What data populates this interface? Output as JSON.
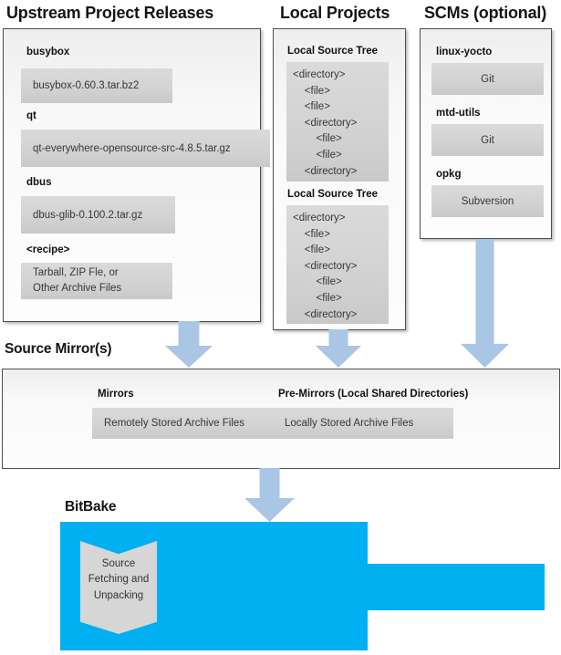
{
  "colors": {
    "accent_cyan": "#00b0f0",
    "arrow_blue": "#a9c6e4",
    "panel_gray": "#d6d6d6"
  },
  "upstream": {
    "title": "Upstream Project Releases",
    "items": [
      {
        "label": "busybox",
        "value": "busybox-0.60.3.tar.bz2"
      },
      {
        "label": "qt",
        "value": "qt-everywhere-opensource-src-4.8.5.tar.gz"
      },
      {
        "label": "dbus",
        "value": "dbus-glib-0.100.2.tar.gz"
      },
      {
        "label": "<recipe>",
        "value": "Tarball, ZIP Fle, or\nOther Archive Files"
      }
    ]
  },
  "local": {
    "title": "Local Projects",
    "trees": [
      {
        "label": "Local Source Tree",
        "lines": "<directory>\n    <file>\n    <file>\n    <directory>\n        <file>\n        <file>\n    <directory>"
      },
      {
        "label": "Local Source Tree",
        "lines": "<directory>\n    <file>\n    <file>\n    <directory>\n        <file>\n        <file>\n    <directory>"
      }
    ]
  },
  "scms": {
    "title": "SCMs (optional)",
    "items": [
      {
        "label": "linux-yocto",
        "value": "Git"
      },
      {
        "label": "mtd-utils",
        "value": "Git"
      },
      {
        "label": "opkg",
        "value": "Subversion"
      }
    ]
  },
  "mirrors": {
    "title": "Source Mirror(s)",
    "items": [
      {
        "label": "Mirrors",
        "value": "Remotely Stored Archive Files"
      },
      {
        "label": "Pre-Mirrors (Local Shared Directories)",
        "value": "Locally Stored Archive Files"
      }
    ]
  },
  "bitbake": {
    "title": "BitBake",
    "process": "Source\nFetching and\nUnpacking"
  }
}
